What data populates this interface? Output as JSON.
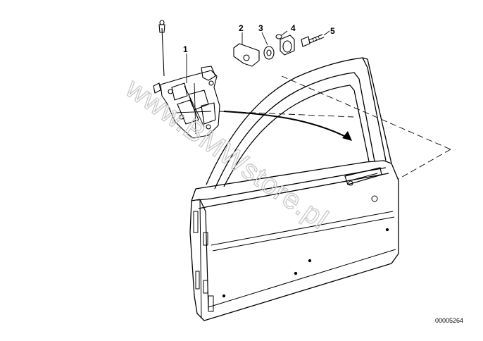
{
  "diagram": {
    "callouts": [
      {
        "id": "1",
        "label": "1"
      },
      {
        "id": "2",
        "label": "2"
      },
      {
        "id": "3",
        "label": "3"
      },
      {
        "id": "4",
        "label": "4"
      },
      {
        "id": "5",
        "label": "5"
      }
    ],
    "image_code": "00005264",
    "watermark": "www.BMWstore.pl"
  }
}
